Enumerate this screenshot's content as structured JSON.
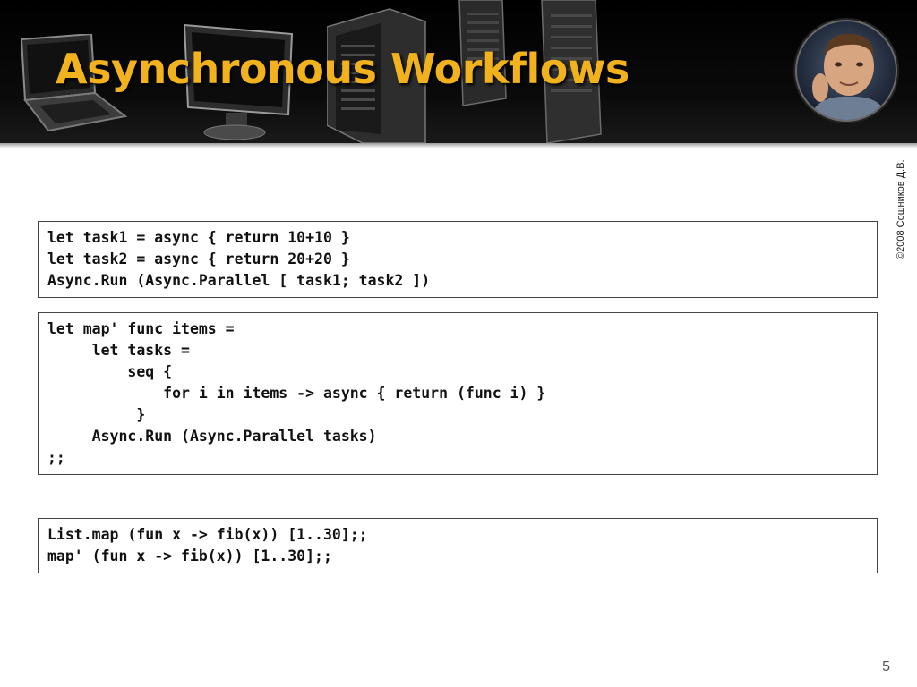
{
  "slide": {
    "title": "Asynchronous Workflows",
    "copyright": "©2008 Сошников Д.В.",
    "page_number": "5"
  },
  "code_blocks": [
    {
      "lines": [
        "let task1 = async { return 10+10 }",
        "let task2 = async { return 20+20 }",
        "Async.Run (Async.Parallel [ task1; task2 ])"
      ]
    },
    {
      "lines": [
        "let map' func items =",
        "     let tasks =",
        "         seq {",
        "             for i in items -> async { return (func i) }",
        "          }",
        "     Async.Run (Async.Parallel tasks)",
        ";;"
      ]
    },
    {
      "lines": [
        "List.map (fun x -> fib(x)) [1..30];;",
        "map' (fun x -> fib(x)) [1..30];;"
      ]
    }
  ],
  "icons": {
    "laptop": "laptop-icon",
    "monitor": "monitor-icon",
    "servers": "server-tower-icon",
    "avatar": "presenter-photo"
  },
  "colors": {
    "title": "#f2b21d",
    "header_background": "#000000",
    "code_border": "#444444"
  }
}
